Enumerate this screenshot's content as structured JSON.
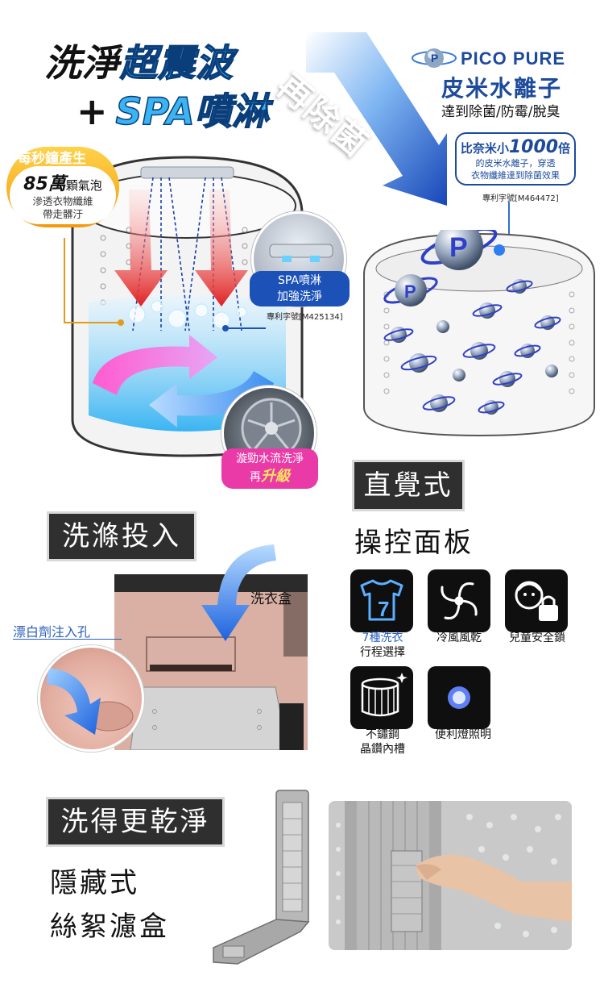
{
  "headline": {
    "line1_black": "洗淨",
    "line1_blue": "超震波",
    "line2_plus": "+",
    "line2_blue": "SPA噴淋",
    "sweep_text": "再除菌"
  },
  "pico": {
    "brand": "PICO PURE",
    "title": "皮米水離子",
    "subtitle": "達到除菌/防霉/脫臭",
    "compare_prefix": "比奈米小",
    "compare_number": "1000",
    "compare_suffix": "倍",
    "compare_line2": "的皮米水離子，穿透",
    "compare_line3": "衣物纖維達到除菌效果",
    "patent": "專利字號[M464472]"
  },
  "bubbles": {
    "top": "每秒鐘產生",
    "number": "85萬",
    "unit": "顆氣泡",
    "line2": "滲透衣物纖維",
    "line3": "帶走髒汙"
  },
  "spa": {
    "line1": "SPA噴淋",
    "line2": "加強洗淨",
    "patent": "專利字號[M425134]"
  },
  "whirl": {
    "line1": "漩勁水流洗淨",
    "line2_prefix": "再",
    "line2_accent": "升級"
  },
  "panel": {
    "tag": "直覺式",
    "heading": "操控面板",
    "icons": [
      {
        "icon": "t-shirt-7-icon",
        "caption1": "7種洗衣",
        "caption2": "行程選擇",
        "accent_first": true
      },
      {
        "icon": "fan-swirl-icon",
        "caption1": "冷風風乾",
        "caption2": ""
      },
      {
        "icon": "child-lock-icon",
        "caption1": "兒童安全鎖",
        "caption2": ""
      },
      {
        "icon": "steel-drum-icon",
        "caption1": "不鏽鋼",
        "caption2": "晶鑽內槽"
      },
      {
        "icon": "light-dot-icon",
        "caption1": "便利燈照明",
        "caption2": ""
      }
    ],
    "seven": "7"
  },
  "detergent": {
    "tag": "洗滌投入",
    "box_label": "洗衣盒",
    "bleach_label": "漂白劑注入孔"
  },
  "filter": {
    "tag": "洗得更乾淨",
    "line1": "隱藏式",
    "line2": "絲絮濾盒"
  },
  "colors": {
    "brand_blue": "#1d4b9c",
    "accent_blue": "#3ab4f2",
    "pink": "#e93aa8",
    "orange": "#f39a0d"
  }
}
